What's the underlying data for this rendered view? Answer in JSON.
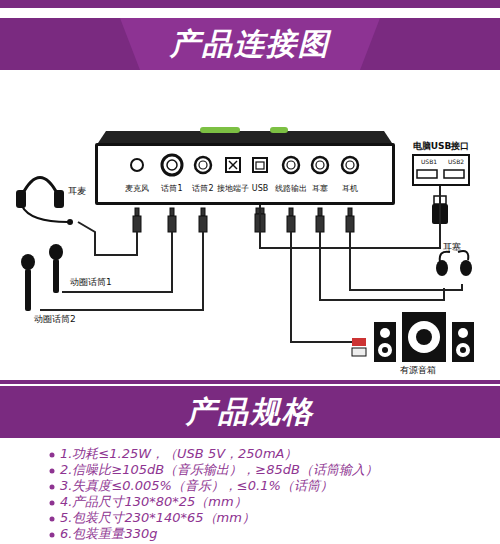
{
  "diagram": {
    "title": "产品连接图",
    "nodes": [
      {
        "text": [
          "麦克风",
          "话筒1",
          "话筒2",
          "接地端子",
          "USB",
          "线路输出",
          "耳塞",
          "耳机"
        ]
      },
      {
        "text": [
          "电脑USB接口",
          "USB1",
          "USB2"
        ]
      },
      {
        "text": [
          "产品规格"
        ]
      }
    ],
    "edges": [
      {
        "from": 0,
        "to": 1,
        "arrow": "none"
      }
    ],
    "labels": [
      "耳麦",
      "动圈话筒1",
      "动圈话筒2",
      "耳塞",
      "有源音箱",
      "1.功耗≤1.25W，（USB 5V，250mA）",
      "2.信噪比≥105dB（音乐输出），≥85dB（话筒输入）",
      "3.失真度≤0.005%（音乐），≤0.1%（话筒）",
      "4.产品尺寸130*80*25（mm）",
      "5.包装尺寸230*140*65（mm）",
      "6.包装重量330g"
    ]
  }
}
